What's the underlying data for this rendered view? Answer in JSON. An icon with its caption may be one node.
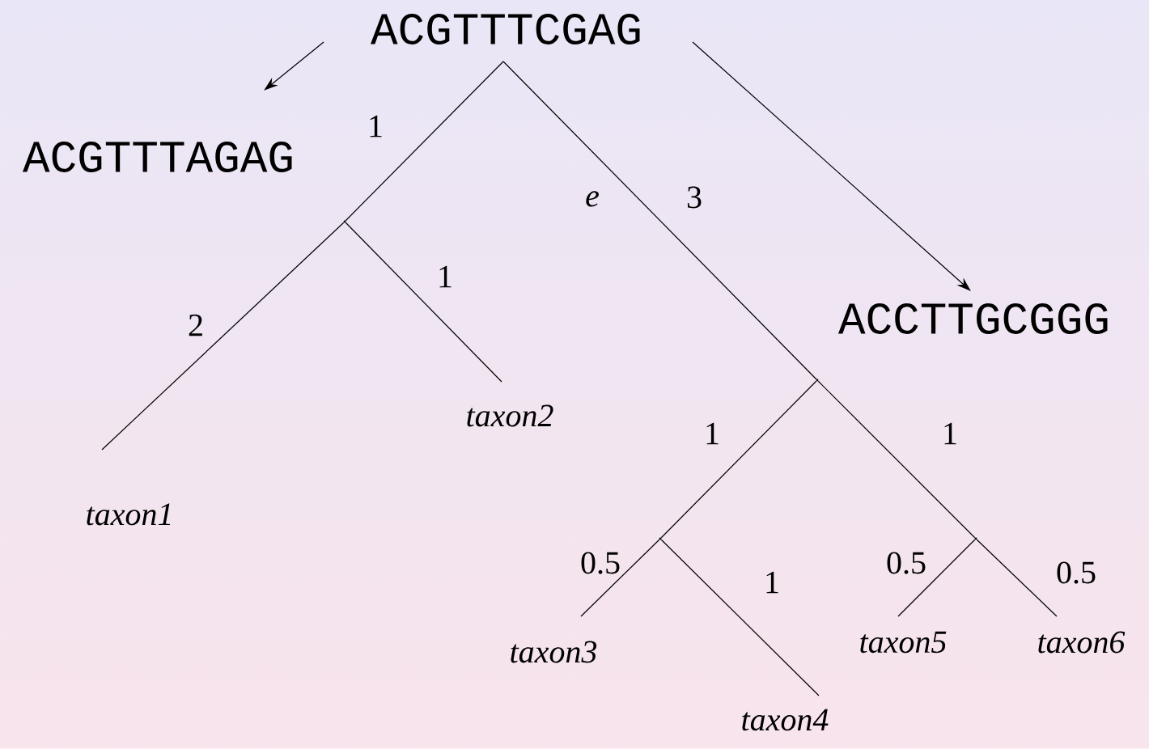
{
  "diagram": {
    "nodes": [
      {
        "text": [
          "ACGTTTCGAG"
        ]
      },
      {
        "text": [
          "ACGTTTAGAG"
        ]
      },
      {
        "text": [
          "ACCTTGCGGG"
        ]
      },
      {
        "text": [],
        "shape": "point"
      },
      {
        "text": [
          "taxon1"
        ]
      },
      {
        "text": [
          "taxon2"
        ]
      },
      {
        "text": [],
        "shape": "point"
      },
      {
        "text": [],
        "shape": "point"
      },
      {
        "text": [],
        "shape": "point"
      },
      {
        "text": [
          "taxon3"
        ]
      },
      {
        "text": [
          "taxon4"
        ]
      },
      {
        "text": [
          "taxon5"
        ]
      },
      {
        "text": [
          "taxon6"
        ]
      }
    ],
    "edges": [
      {
        "from": 0,
        "to": 1,
        "arrow": "to"
      },
      {
        "from": 0,
        "to": 2,
        "arrow": "to"
      },
      {
        "from": 0,
        "to": 3,
        "arrow": "none",
        "label": "1"
      },
      {
        "from": 3,
        "to": 4,
        "arrow": "none",
        "label": "2"
      },
      {
        "from": 3,
        "to": 5,
        "arrow": "none",
        "label": "1"
      },
      {
        "from": 0,
        "to": 6,
        "arrow": "none",
        "label": "3"
      },
      {
        "from": 6,
        "to": 7,
        "arrow": "none",
        "label": "1"
      },
      {
        "from": 6,
        "to": 8,
        "arrow": "none",
        "label": "1"
      },
      {
        "from": 7,
        "to": 9,
        "arrow": "none",
        "label": "0.5"
      },
      {
        "from": 7,
        "to": 10,
        "arrow": "none",
        "label": "1"
      },
      {
        "from": 8,
        "to": 11,
        "arrow": "none",
        "label": "0.5"
      },
      {
        "from": 8,
        "to": 12,
        "arrow": "none",
        "label": "0.5"
      }
    ],
    "labels": [
      "e"
    ]
  }
}
